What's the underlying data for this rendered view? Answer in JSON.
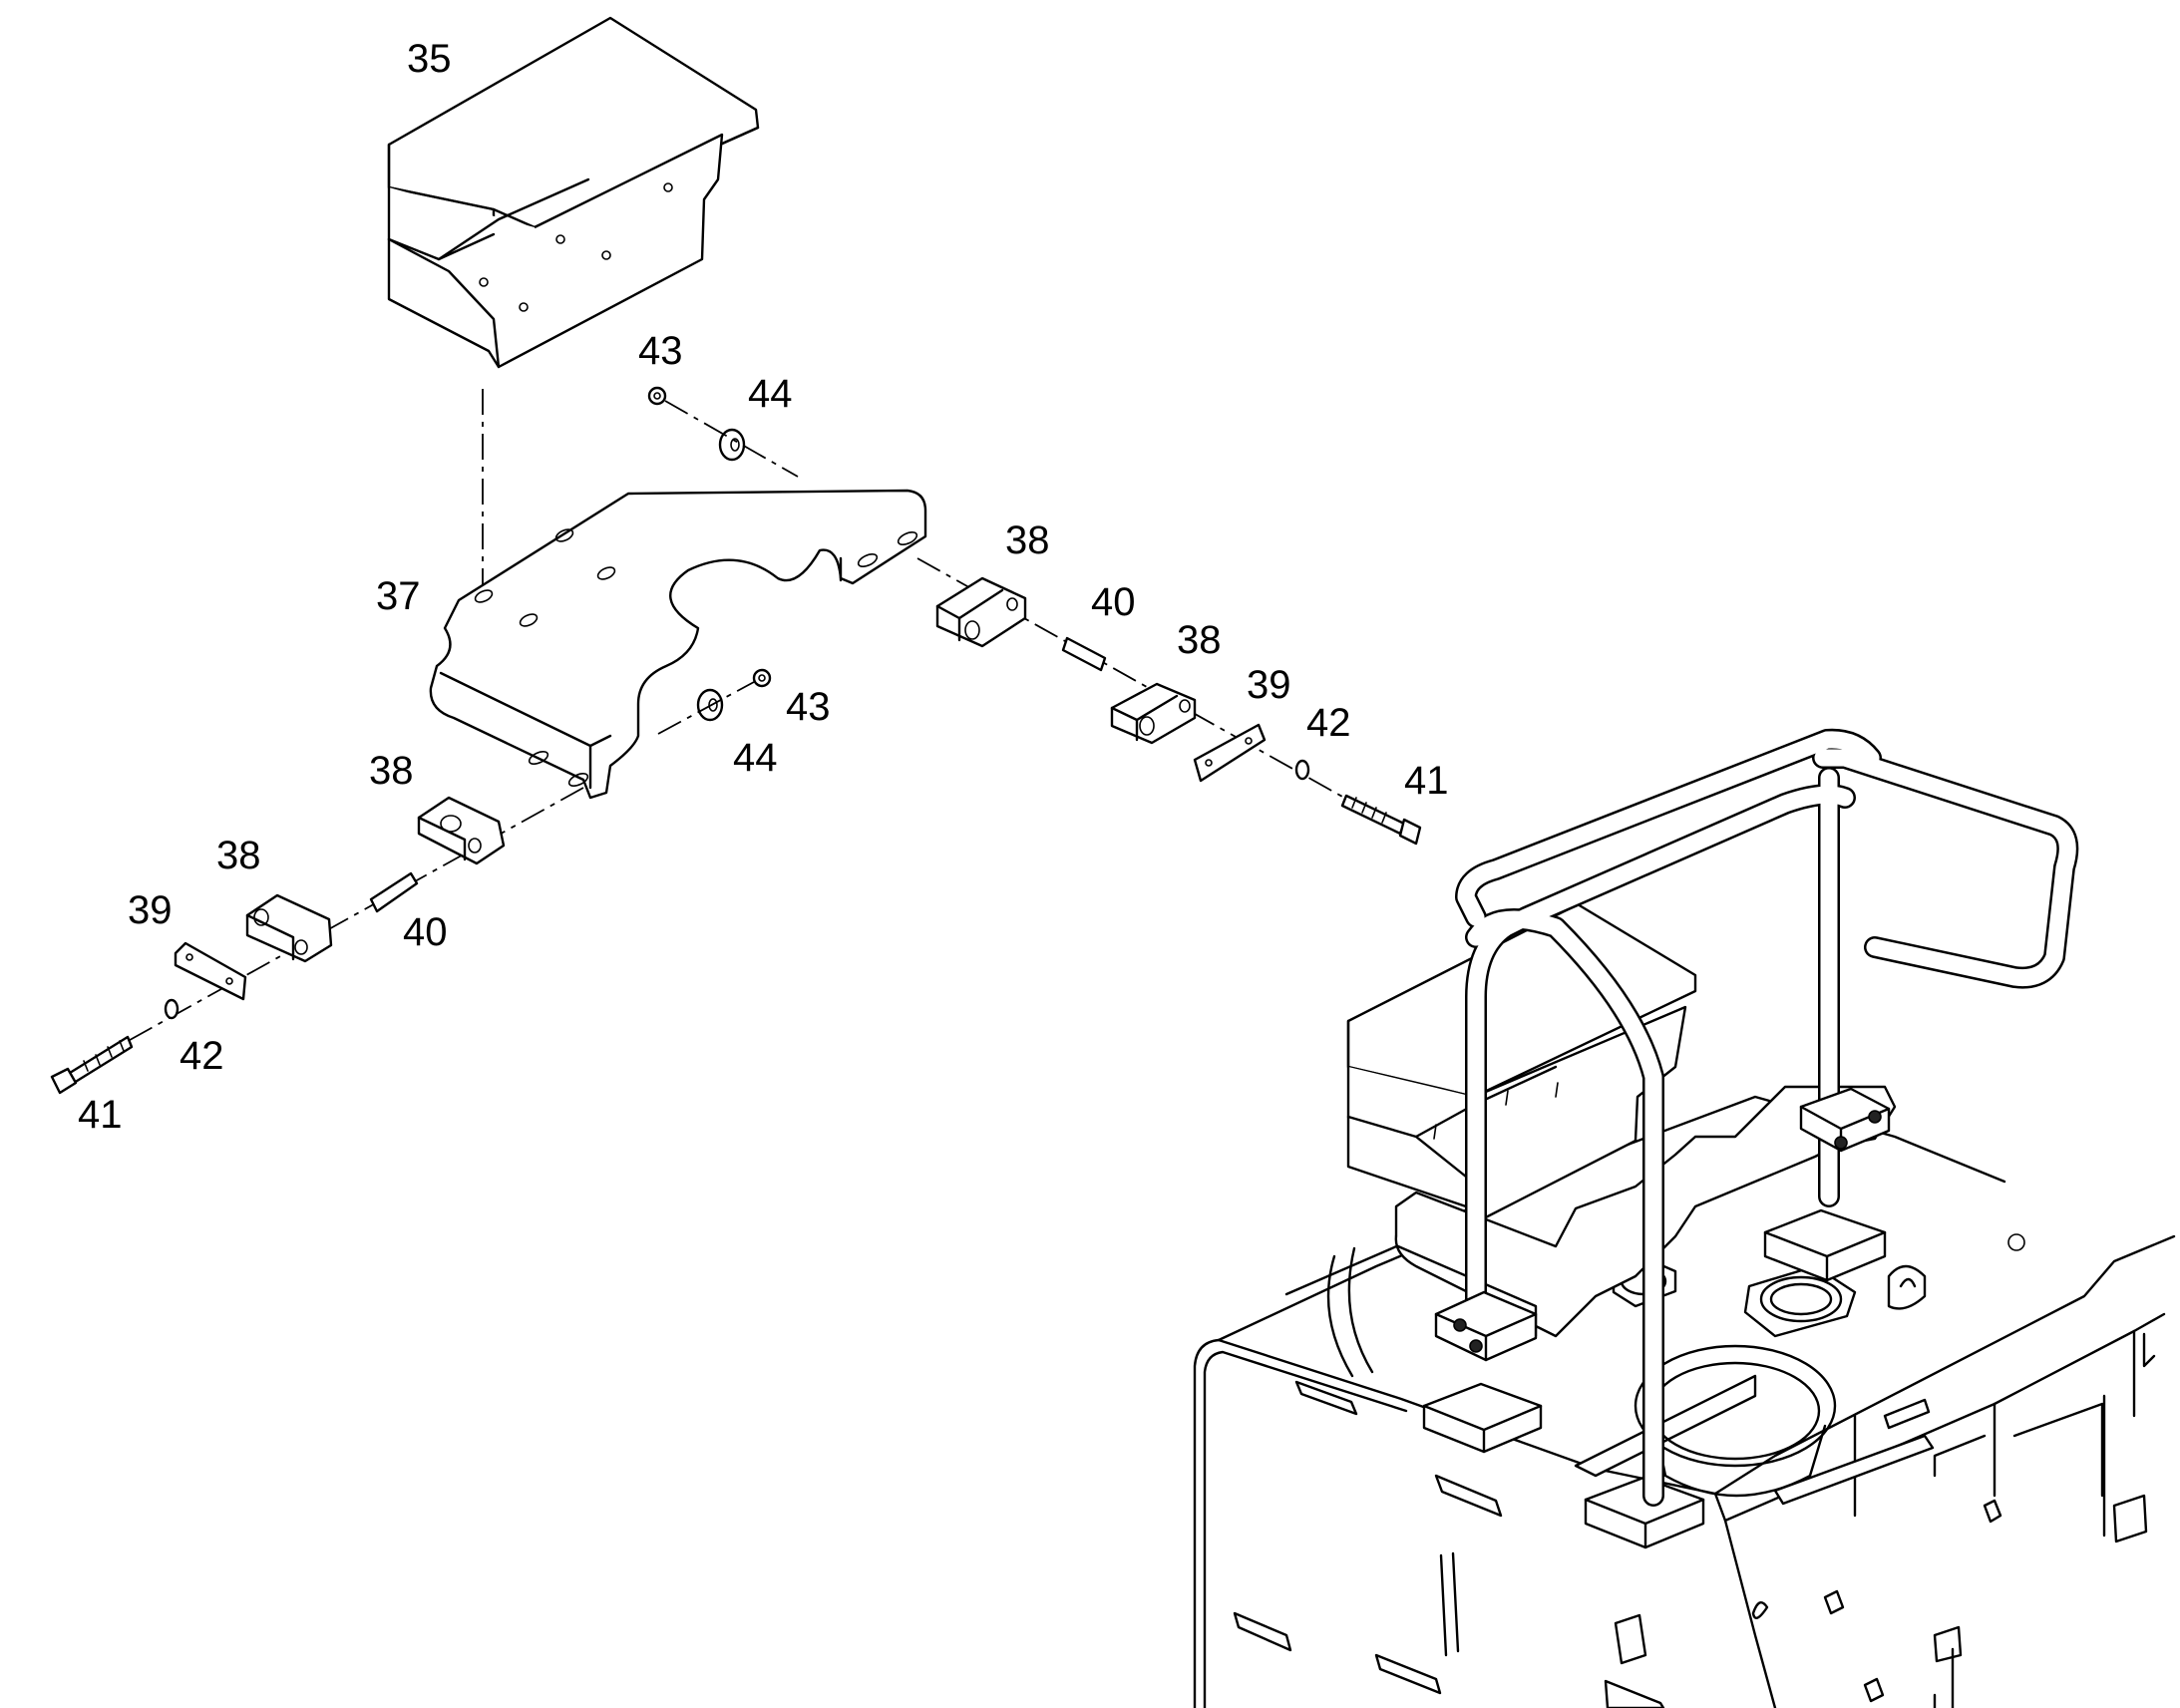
{
  "diagram": {
    "callouts": [
      {
        "id": "c35",
        "text": "35"
      },
      {
        "id": "c37",
        "text": "37"
      },
      {
        "id": "c43a",
        "text": "43"
      },
      {
        "id": "c44a",
        "text": "44"
      },
      {
        "id": "c43b",
        "text": "43"
      },
      {
        "id": "c44b",
        "text": "44"
      },
      {
        "id": "c38a",
        "text": "38"
      },
      {
        "id": "c40a",
        "text": "40"
      },
      {
        "id": "c38b",
        "text": "38"
      },
      {
        "id": "c39a",
        "text": "39"
      },
      {
        "id": "c42a",
        "text": "42"
      },
      {
        "id": "c41a",
        "text": "41"
      },
      {
        "id": "c38c",
        "text": "38"
      },
      {
        "id": "c38d",
        "text": "38"
      },
      {
        "id": "c39b",
        "text": "39"
      },
      {
        "id": "c40b",
        "text": "40"
      },
      {
        "id": "c42b",
        "text": "42"
      },
      {
        "id": "c41b",
        "text": "41"
      }
    ]
  }
}
